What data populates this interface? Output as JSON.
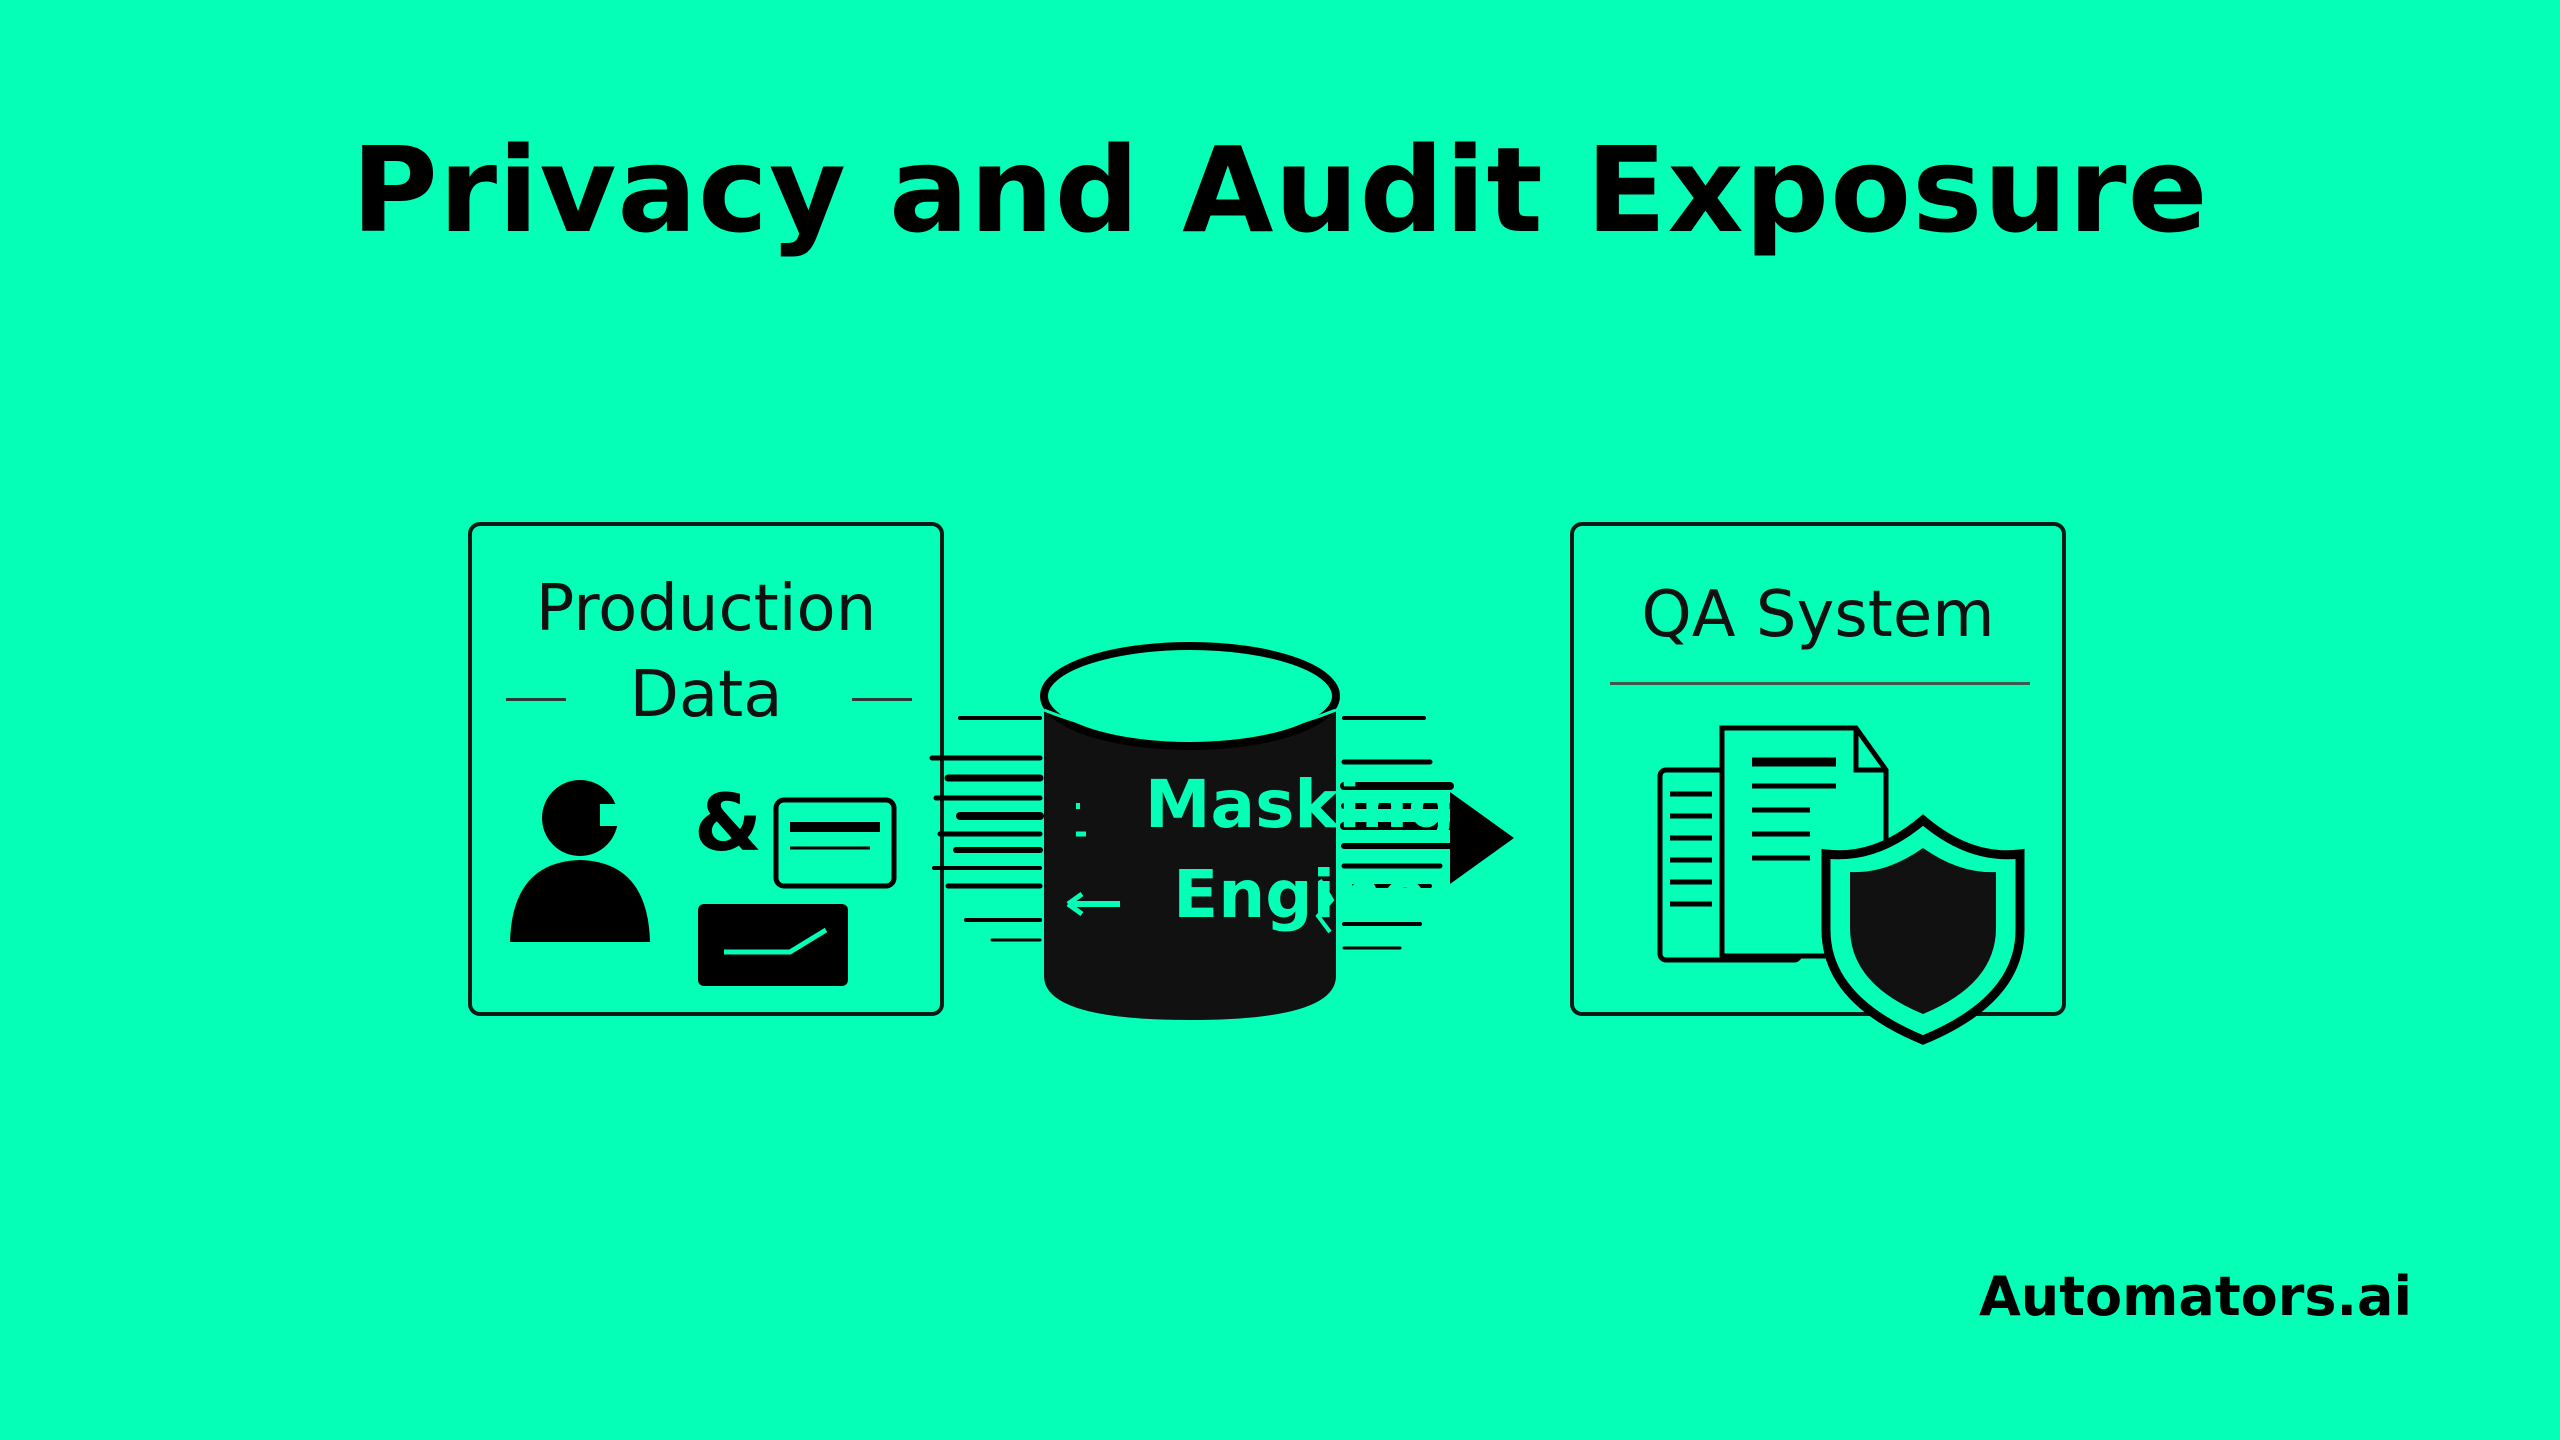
{
  "title": "Privacy and Audit Exposure",
  "diagram": {
    "source_box": {
      "label_line1": "Production",
      "label_line2": "Data",
      "ampersand": "&"
    },
    "engine": {
      "label_line1": "Masking",
      "label_line2": "Engine"
    },
    "target_box": {
      "label": "QA System"
    }
  },
  "brand": "Automators.ai",
  "colors": {
    "background": "#05FFB6",
    "ink": "#000000"
  }
}
